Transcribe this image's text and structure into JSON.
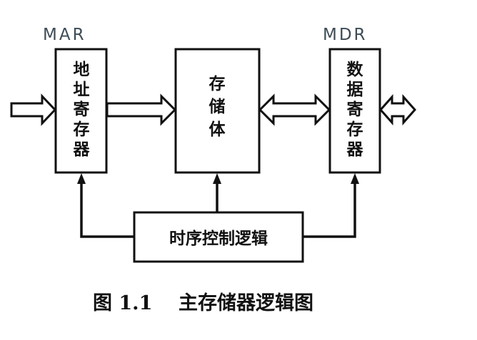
{
  "labels": {
    "mar": "MAR",
    "mdr": "MDR"
  },
  "blocks": {
    "address_register": [
      "地",
      "址",
      "寄",
      "存",
      "器"
    ],
    "memory_body": [
      "存",
      "储",
      "体"
    ],
    "data_register": [
      "数",
      "据",
      "寄",
      "存",
      "器"
    ],
    "timing_control": "时序控制逻辑"
  },
  "caption": {
    "figure_number": "图 1.1",
    "title": "主存储器逻辑图"
  }
}
